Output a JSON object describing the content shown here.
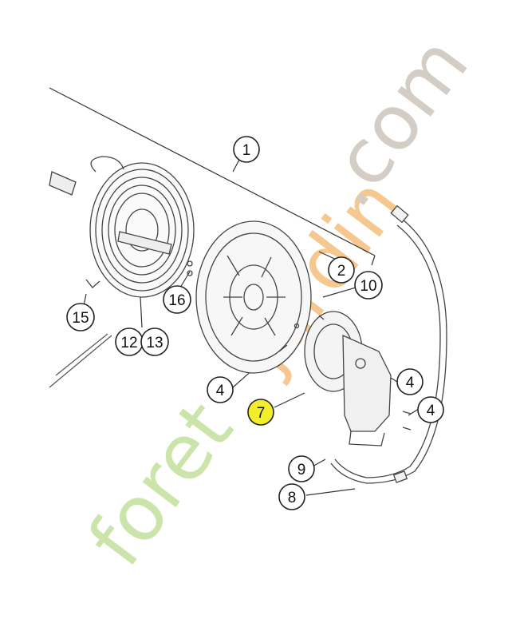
{
  "watermark": {
    "part1": "foret",
    "part2": "jardin",
    "part3": ".com",
    "color_green": "#c8e3a6",
    "color_orange": "#f6c58a",
    "color_gray": "#d2cbc2"
  },
  "callouts": [
    {
      "id": "c1",
      "label": "1"
    },
    {
      "id": "c2",
      "label": "2"
    },
    {
      "id": "c10",
      "label": "10"
    },
    {
      "id": "c16",
      "label": "16"
    },
    {
      "id": "c15",
      "label": "15"
    },
    {
      "id": "c12",
      "label": "12"
    },
    {
      "id": "c13",
      "label": "13"
    },
    {
      "id": "c4a",
      "label": "4"
    },
    {
      "id": "c7",
      "label": "7"
    },
    {
      "id": "c4b",
      "label": "4"
    },
    {
      "id": "c4c",
      "label": "4"
    },
    {
      "id": "c9",
      "label": "9"
    },
    {
      "id": "c8",
      "label": "8"
    }
  ],
  "highlight_color": "#f2ef2a"
}
